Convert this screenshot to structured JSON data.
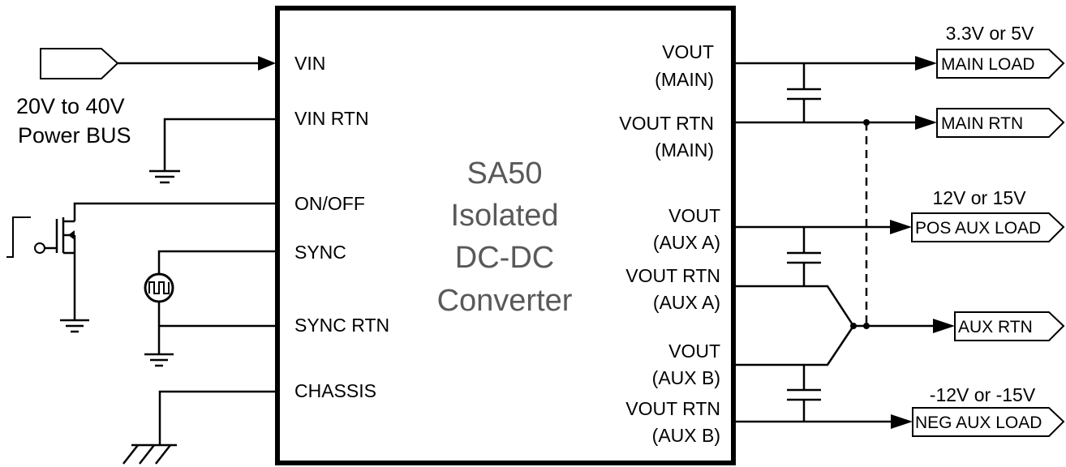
{
  "converter": {
    "title_lines": [
      "SA50",
      "Isolated",
      "DC-DC",
      "Converter"
    ]
  },
  "input_pins": {
    "vin": "VIN",
    "vin_rtn": "VIN RTN",
    "on_off": "ON/OFF",
    "sync": "SYNC",
    "sync_rtn": "SYNC RTN",
    "chassis": "CHASSIS"
  },
  "output_pins": [
    {
      "line1": "VOUT",
      "line2": "(MAIN)"
    },
    {
      "line1": "VOUT RTN",
      "line2": "(MAIN)"
    },
    {
      "line1": "VOUT",
      "line2": "(AUX A)"
    },
    {
      "line1": "VOUT RTN",
      "line2": "(AUX A)"
    },
    {
      "line1": "VOUT",
      "line2": "(AUX B)"
    },
    {
      "line1": "VOUT RTN",
      "line2": "(AUX B)"
    }
  ],
  "power_bus": {
    "line1": "20V to 40V",
    "line2": "Power BUS"
  },
  "loads": {
    "main_load": "MAIN LOAD",
    "main_rtn": "MAIN RTN",
    "pos_aux_load": "POS AUX LOAD",
    "aux_rtn": "AUX RTN",
    "neg_aux_load": "NEG AUX LOAD"
  },
  "voltages": {
    "main": "3.3V or 5V",
    "pos_aux": "12V or 15V",
    "neg_aux": "-12V or -15V"
  }
}
